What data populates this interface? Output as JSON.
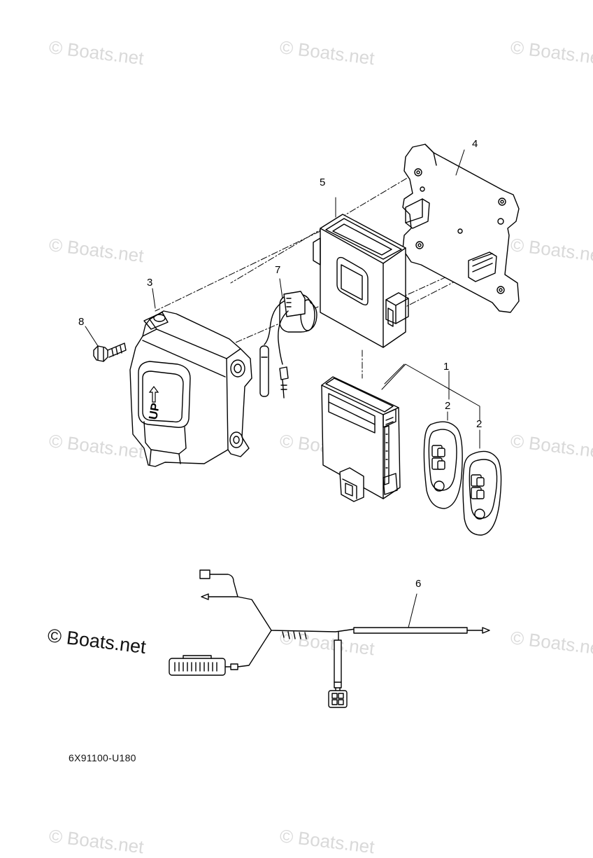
{
  "watermark": "© Boats.net",
  "copyright": "© Boats.net",
  "diagram_code": "6X91100-U180",
  "callouts": {
    "c1": "1",
    "c2a": "2",
    "c2b": "2",
    "c3": "3",
    "c4": "4",
    "c5": "5",
    "c6": "6",
    "c7": "7",
    "c8": "8"
  },
  "switch_label": "UP"
}
